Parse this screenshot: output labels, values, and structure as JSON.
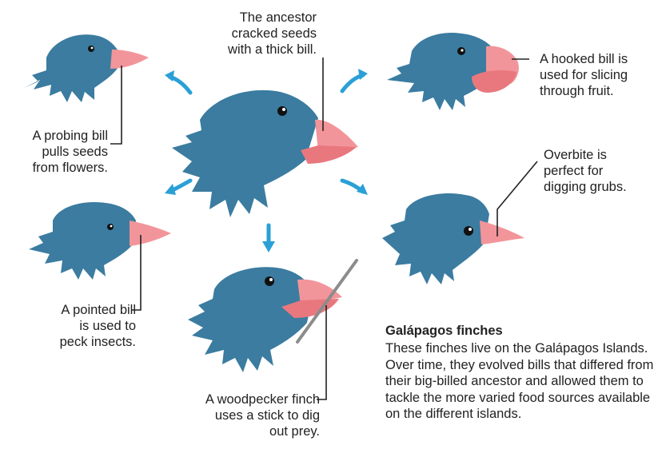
{
  "colors": {
    "feather": "#3b7ca0",
    "feather_dark": "#2e6a8c",
    "beak": "#f2959a",
    "beak_dark": "#e8787e",
    "arrow": "#2aa0d6",
    "stick": "#8c8c8c",
    "line": "#222222"
  },
  "labels": {
    "ancestor": "The ancestor\ncracked seeds\nwith a thick bill.",
    "hooked": "A hooked bill is\nused for slicing\nthrough fruit.",
    "probing": "A probing bill\npulls seeds\nfrom flowers.",
    "overbite": "Overbite is\nperfect for\ndigging grubs.",
    "pointed": "A pointed bill\nis used to\npeck insects.",
    "woodpecker": "A woodpecker finch\nuses a stick to dig\nout prey."
  },
  "info": {
    "title": "Galápagos finches",
    "body": "These finches live on the Galápagos Islands. Over time, they evolved bills that differed from their big-billed ancestor and allowed them to tackle the more varied food sources available on the different islands."
  },
  "icons": {
    "finches": [
      "ancestor-finch-icon",
      "probing-finch-icon",
      "hooked-finch-icon",
      "pointed-finch-icon",
      "overbite-finch-icon",
      "woodpecker-finch-icon"
    ],
    "arrows": [
      "arrow-up-left-icon",
      "arrow-up-right-icon",
      "arrow-down-left-icon",
      "arrow-down-right-icon",
      "arrow-down-icon"
    ]
  }
}
